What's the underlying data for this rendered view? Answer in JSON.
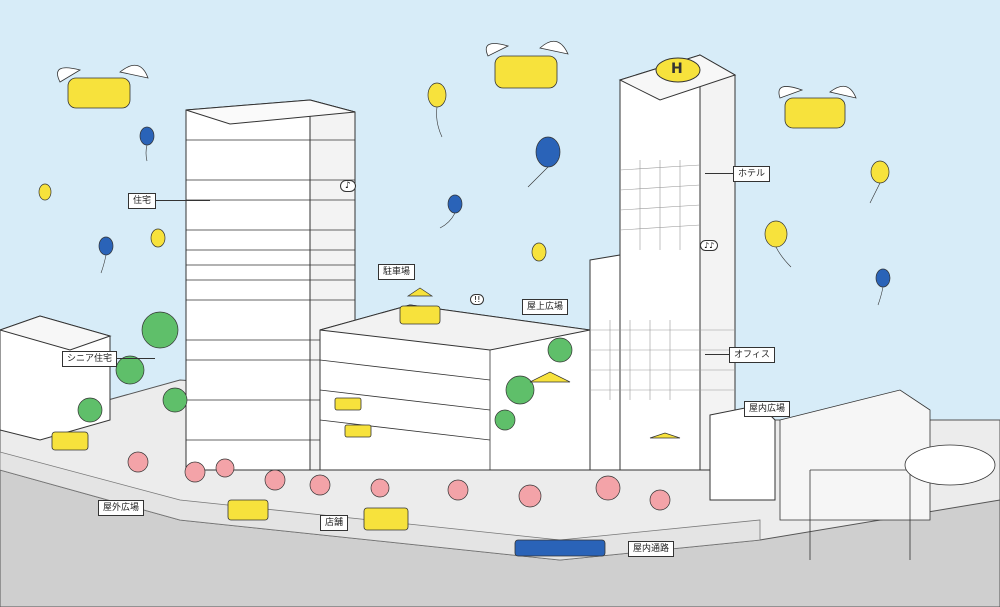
{
  "labels": {
    "residence": "住宅",
    "senior_housing": "シニア住宅",
    "outdoor_plaza": "屋外広場",
    "shops": "店舗",
    "parking": "駐車場",
    "rooftop_plaza": "屋上広場",
    "hotel": "ホテル",
    "office": "オフィス",
    "indoor_plaza": "屋内広場",
    "indoor_passage": "屋内通路",
    "helipad_letter": "H"
  },
  "speech_bubbles": {
    "music_note": "♪",
    "exclaim": "!!",
    "music_notes": "♪♪"
  },
  "colors": {
    "sky": "#d7ecf8",
    "building": "#ffffff",
    "outline": "#333333",
    "accent_yellow": "#f7e23c",
    "accent_blue": "#2a63b8",
    "accent_pink": "#f3a3a8",
    "tree_green": "#5fbf6a",
    "ground": "#e6e6e6",
    "road": "#c9c9c9"
  }
}
